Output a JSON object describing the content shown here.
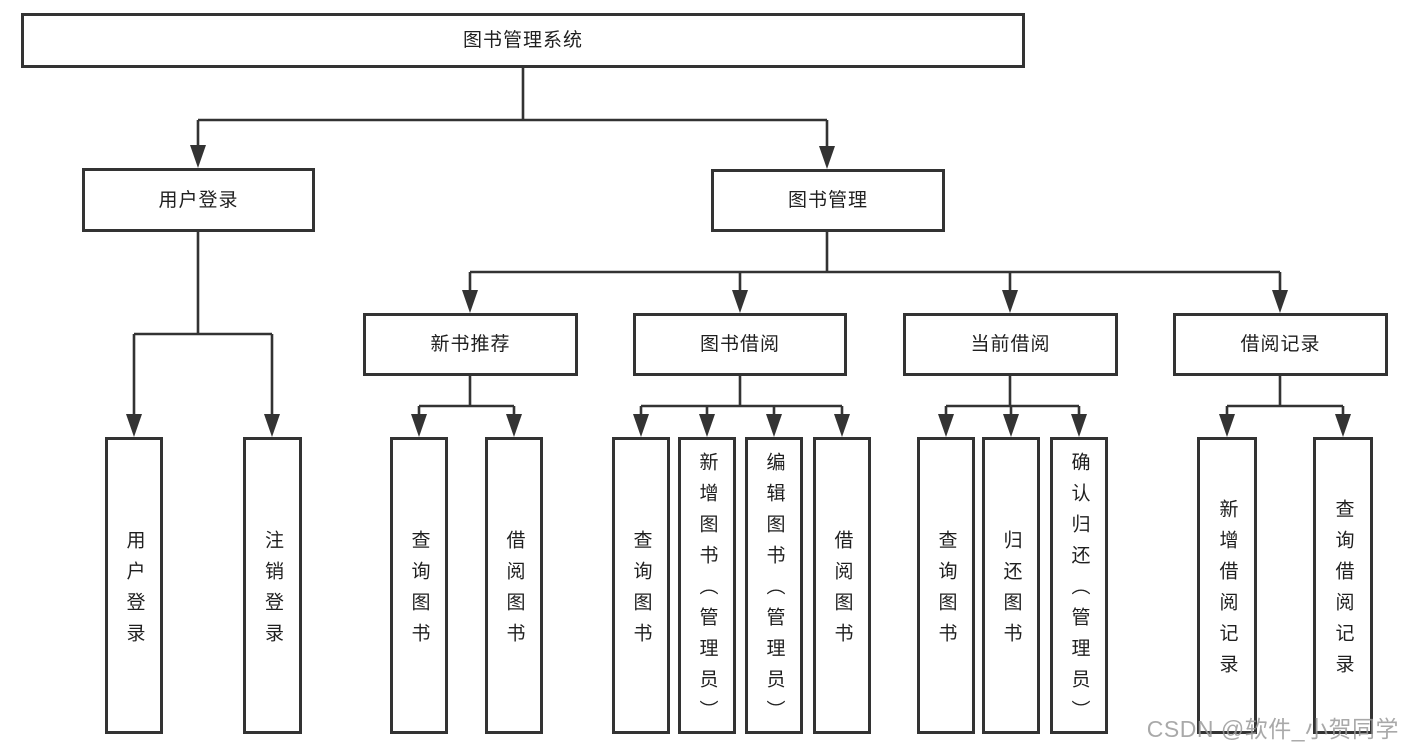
{
  "diagram": {
    "type": "hierarchy-tree",
    "title": "图书管理系统",
    "tree": {
      "label": "图书管理系统",
      "children": [
        {
          "label": "用户登录",
          "children": [
            {
              "label": "用户登录"
            },
            {
              "label": "注销登录"
            }
          ]
        },
        {
          "label": "图书管理",
          "children": [
            {
              "label": "新书推荐",
              "children": [
                {
                  "label": "查询图书"
                },
                {
                  "label": "借阅图书"
                }
              ]
            },
            {
              "label": "图书借阅",
              "children": [
                {
                  "label": "查询图书"
                },
                {
                  "label": "新增图书（管理员）"
                },
                {
                  "label": "编辑图书（管理员）"
                },
                {
                  "label": "借阅图书"
                }
              ]
            },
            {
              "label": "当前借阅",
              "children": [
                {
                  "label": "查询图书"
                },
                {
                  "label": "归还图书"
                },
                {
                  "label": "确认归还（管理员）"
                }
              ]
            },
            {
              "label": "借阅记录",
              "children": [
                {
                  "label": "新增借阅记录"
                },
                {
                  "label": "查询借阅记录"
                }
              ]
            }
          ]
        }
      ]
    }
  },
  "watermark": {
    "text": "CSDN @软件_小贺同学"
  },
  "colors": {
    "line": "#333333",
    "text": "#1f1f1f",
    "background": "#ffffff",
    "watermark": "#9b9b9b"
  }
}
